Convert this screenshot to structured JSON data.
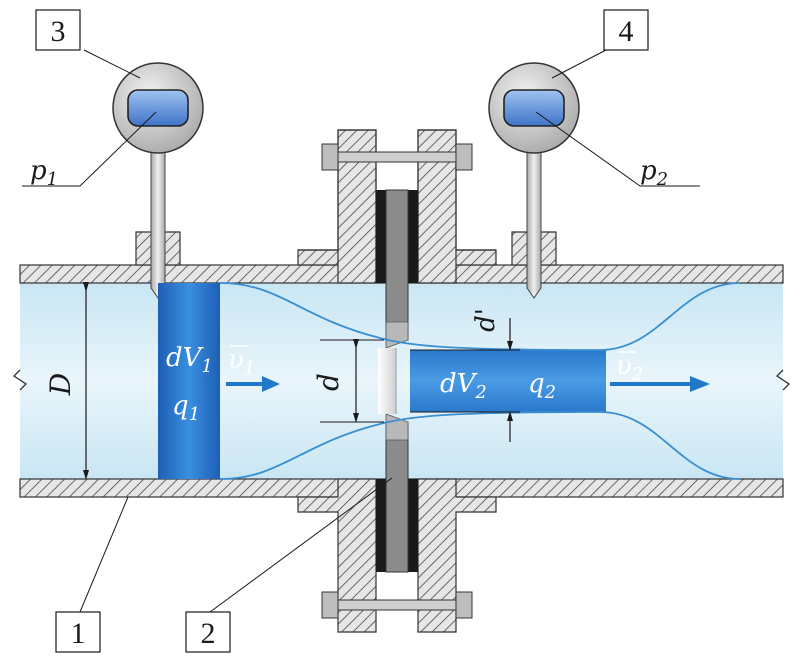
{
  "callouts": {
    "pipe": "1",
    "orifice_plate": "2",
    "gauge_upstream": "3",
    "gauge_downstream": "4"
  },
  "labels": {
    "p1_main": "p",
    "p1_sub": "1",
    "p2_main": "p",
    "p2_sub": "2",
    "D": "D",
    "d": "d",
    "d_prime": "d'",
    "dV1_main": "dV",
    "dV1_sub": "1",
    "q1_main": "q",
    "q1_sub": "1",
    "dV2_main": "dV",
    "dV2_sub": "2",
    "q2_main": "q",
    "q2_sub": "2",
    "v1_main": "υ",
    "v1_sub": "1",
    "v2_main": "υ",
    "v2_sub": "2"
  },
  "colors": {
    "fluid_light": "#d6edf7",
    "fluid_mid": "#b5ddf0",
    "element_blue": "#2f7fd1",
    "element_dark": "#1e5db0",
    "arrow_blue": "#1f78c8",
    "stream_line": "#3a8fd0",
    "steel": "#d9d9d9",
    "hatch": "#555555",
    "plate_grey": "#8c8c8c",
    "gasket_black": "#1a1a1a"
  }
}
